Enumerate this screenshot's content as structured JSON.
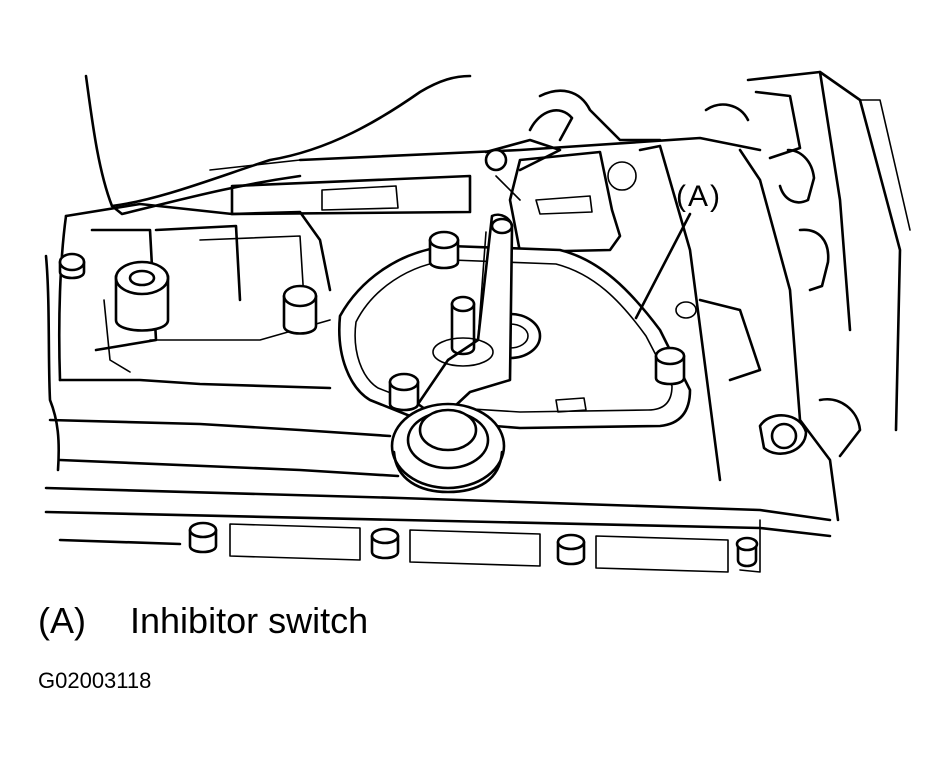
{
  "callout": {
    "marker": "(A)"
  },
  "legend": {
    "key": "(A)",
    "description": "Inhibitor switch"
  },
  "figure_id": "G02003118",
  "icons": [
    "inhibitor-switch-drawing",
    "leader-line"
  ]
}
